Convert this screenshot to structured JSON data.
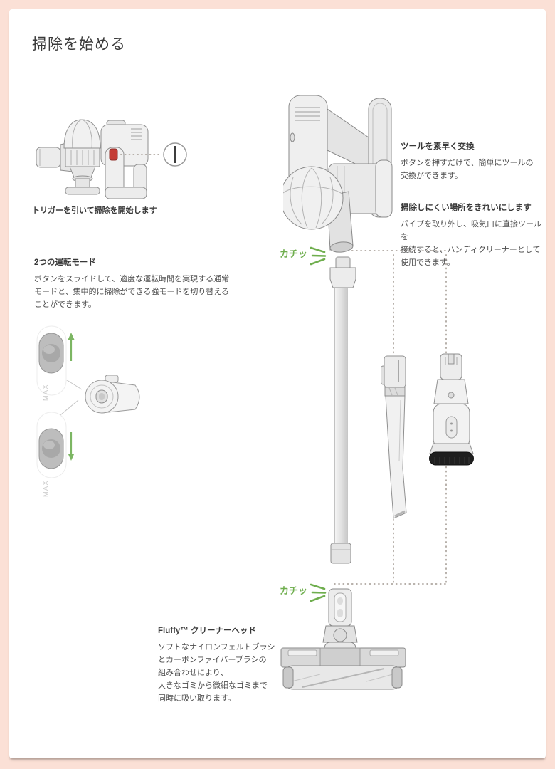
{
  "page": {
    "title": "掃除を始める",
    "background_color": "#fbe0d6",
    "card_color": "#ffffff"
  },
  "colors": {
    "accent_green": "#6fae4e",
    "illustration_stroke_gray": "#8f8f8f",
    "dotted_guide_gray": "#b6afa9",
    "heading_text": "#383838",
    "body_text": "#4c4c4c"
  },
  "icons": {
    "trigger_callout": "trigger-icon",
    "click_burst": "click-burst-icon",
    "mode_arrow_up": "arrow-up-icon",
    "mode_arrow_down": "arrow-down-icon"
  },
  "trigger_section": {
    "caption": "トリガーを引いて掃除を開始します"
  },
  "modes_section": {
    "heading": "2つの運転モード",
    "body": "ボタンをスライドして、適度な運転時間を実現する通常\nモードと、集中的に掃除ができる強モードを切り替える\nことができます。",
    "max_label_top": "MAX",
    "max_label_bottom": "MAX"
  },
  "quick_tool_section": {
    "heading": "ツールを素早く交換",
    "body": "ボタンを押すだけで、簡単にツールの\n交換ができます。"
  },
  "hard_to_reach_section": {
    "heading": "掃除しにくい場所をきれいにします",
    "body": "パイプを取り外し、吸気口に直接ツールを\n接続すると、ハンディクリーナーとして\n使用できます。"
  },
  "click_labels": {
    "upper": "カチッ",
    "lower": "カチッ"
  },
  "fluffy_section": {
    "heading": "Fluffy™ クリーナーヘッド",
    "body": "ソフトなナイロンフェルトブラシ\nとカーボンファイバーブラシの\n組み合わせにより、\n大きなゴミから微細なゴミまで\n同時に吸い取ります。"
  }
}
